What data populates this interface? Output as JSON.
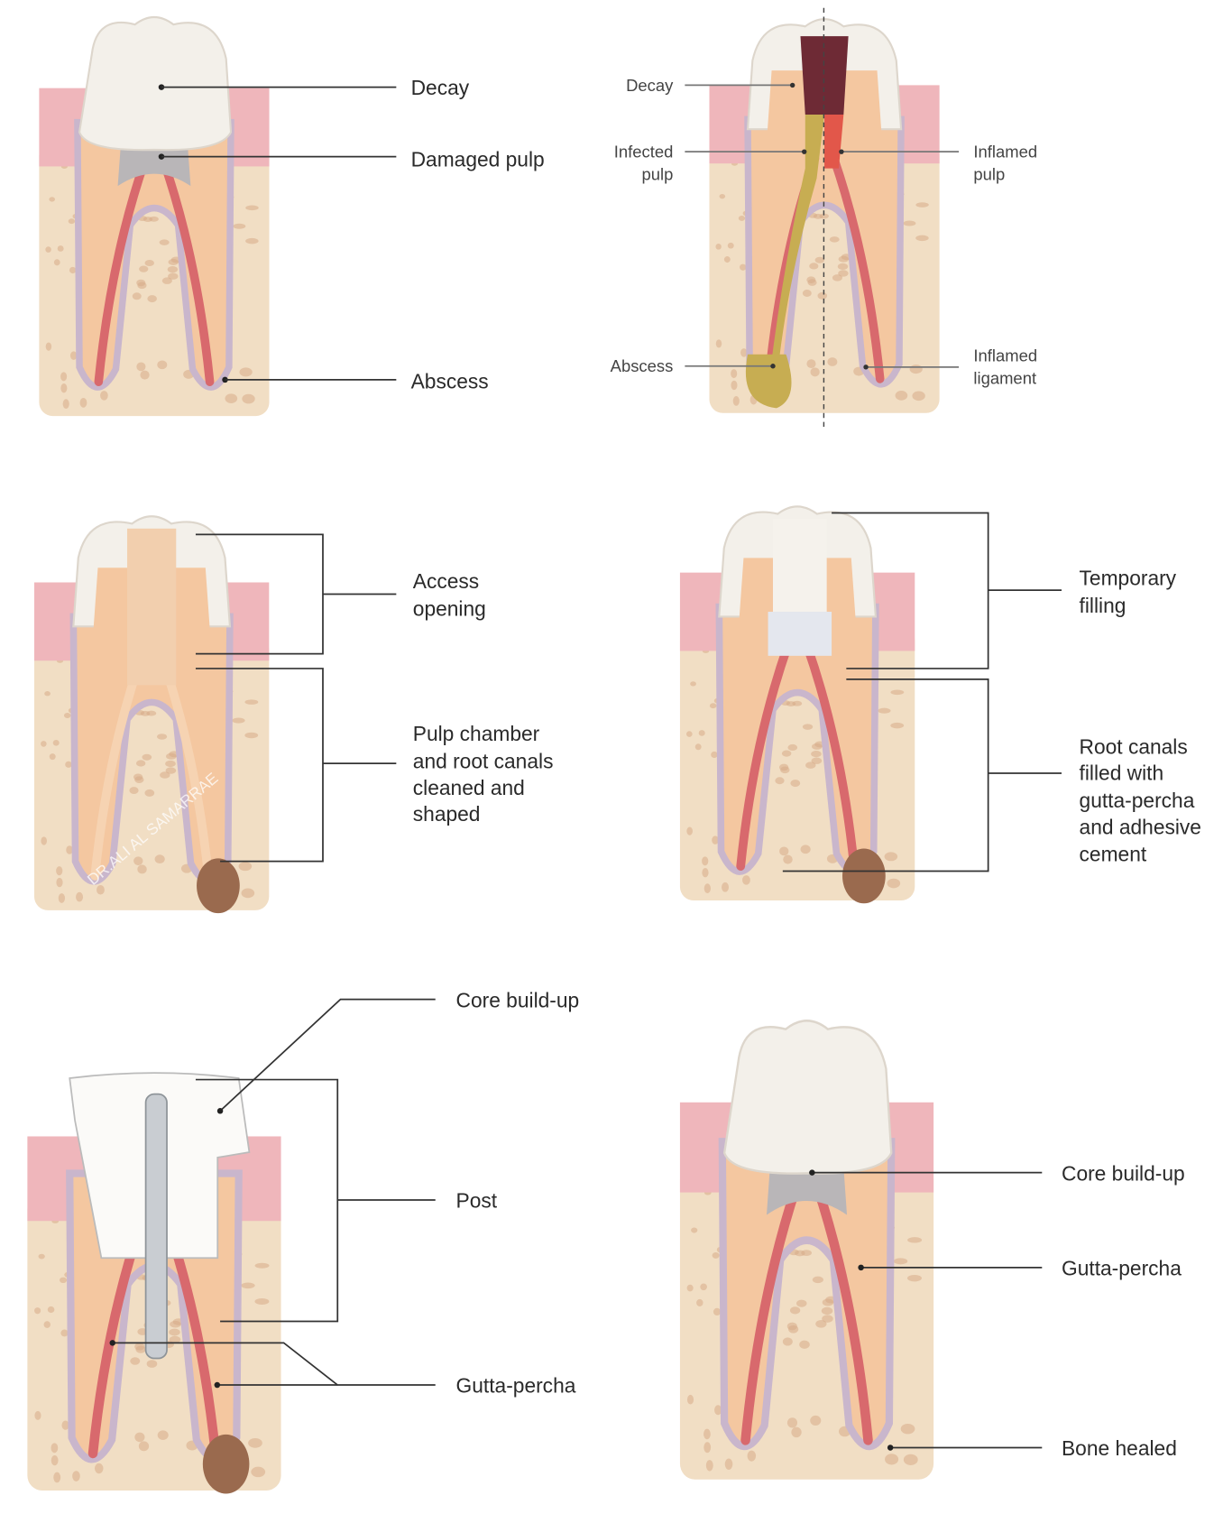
{
  "watermark": "DR.ALI AL SAMARRAE",
  "colors": {
    "bone": "#f1dec4",
    "bone_speckle": "#d7ab88",
    "gum": "#efb6bb",
    "dentin": "#f4c7a0",
    "pulp": "#d8696d",
    "enamel": "#f3f0ea",
    "ligament": "#c9b6cc",
    "core": "#b9b6b8",
    "decay": "#6e2a35",
    "infected": "#c7ad52",
    "abscess": "#9a6a4e"
  },
  "panels": [
    {
      "id": "problem",
      "labels": [
        "Decay",
        "Damaged pulp",
        "Abscess"
      ]
    },
    {
      "id": "infection-detail",
      "left_labels": [
        [
          "Decay"
        ],
        [
          "Infected",
          "pulp"
        ],
        [
          "Abscess"
        ]
      ],
      "right_labels": [
        [
          "Inflamed",
          "pulp"
        ],
        [
          "Inflamed",
          "ligament"
        ]
      ]
    },
    {
      "id": "access",
      "labels": [
        [
          "Access",
          "opening"
        ],
        [
          "Pulp chamber",
          "and root canals",
          "cleaned and",
          "shaped"
        ]
      ]
    },
    {
      "id": "filling",
      "labels": [
        [
          "Temporary",
          "filling"
        ],
        [
          "Root canals",
          "filled with",
          "gutta-percha",
          "and adhesive",
          "cement"
        ]
      ]
    },
    {
      "id": "post",
      "labels": [
        "Core build-up",
        "Post",
        "Gutta-percha"
      ]
    },
    {
      "id": "crown",
      "labels": [
        "Core build-up",
        "Gutta-percha",
        "Bone healed"
      ]
    }
  ]
}
